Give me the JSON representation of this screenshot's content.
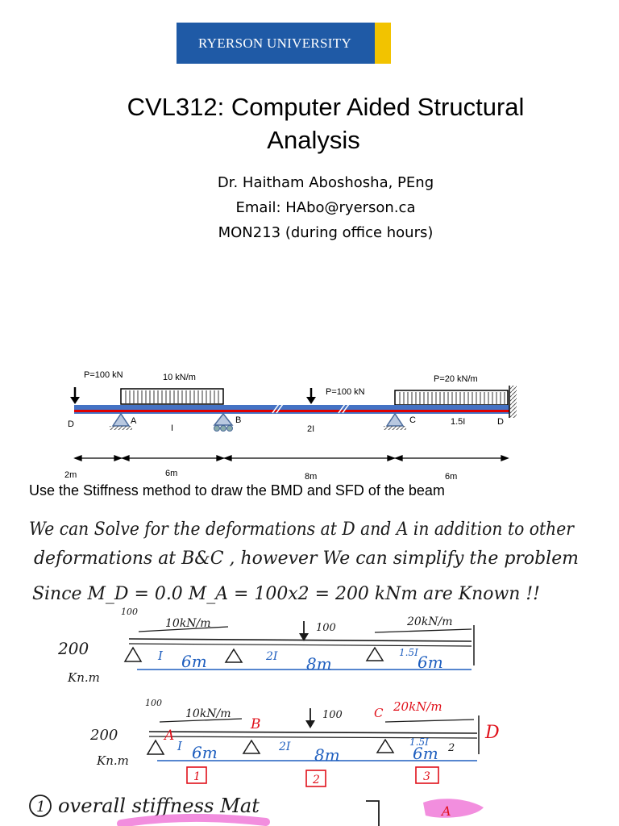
{
  "logo": {
    "text": "RYERSON UNIVERSITY",
    "colors": {
      "blue": "#1f5aa6",
      "gold": "#f2c300"
    }
  },
  "title": {
    "line1": "CVL312: Computer Aided Structural",
    "line2": "Analysis"
  },
  "instructor": {
    "name": "Dr. Haitham Aboshosha, PEng",
    "email": "Email: HAbo@ryerson.ca",
    "office": "MON213 (during office hours)"
  },
  "beam": {
    "load_p1": "P=100 kN",
    "load_udl1": "10 kN/m",
    "load_p2": "P=100 kN",
    "load_udl2": "P=20 kN/m",
    "node_d_left": "D",
    "node_a": "A",
    "node_b": "B",
    "node_c": "C",
    "node_d_right": "D",
    "inertia_1": "I",
    "inertia_2": "2I",
    "inertia_3": "1.5I",
    "dim_1": "2m",
    "dim_2": "6m",
    "dim_3": "8m",
    "dim_4": "6m",
    "colors": {
      "beam": "#4472c4",
      "stripe": "#e00000"
    }
  },
  "task": "Use the Stiffness method to draw the BMD and SFD of the beam",
  "notes": {
    "line1": "We can Solve for the deformations at D and A in addition to other",
    "line2": "deformations at B&C , however We can simplify the problem",
    "line3": "Since M_D = 0.0  M_A = 100x2 = 200 kNm  are Known !!",
    "sketch1": {
      "p_top": "100",
      "moment": "200",
      "moment_unit": "Kn.m",
      "udl1": "10kN/m",
      "p_mid": "100",
      "udl2": "20kN/m",
      "i1": "I",
      "i2": "2I",
      "i3": "1.5I",
      "s1": "6m",
      "s2": "8m",
      "s3": "6m"
    },
    "sketch2": {
      "p_top": "100",
      "moment": "200",
      "moment_unit": "Kn.m",
      "udl1": "10kN/m",
      "p_mid": "100",
      "udl2": "20kN/m",
      "i1": "I",
      "i2": "2I",
      "i3": "1.5I",
      "s1": "6m",
      "s2": "8m",
      "s3": "6m",
      "node_a": "A",
      "node_b": "B",
      "node_c": "C",
      "node_d": "D",
      "el1": "1",
      "el2": "2",
      "el3": "3",
      "dof": "2"
    },
    "step": "1",
    "step_text": "overall stiffness Mat",
    "colors": {
      "ink": "#1a1a1a",
      "blue": "#1f5fbf",
      "red": "#e0101a",
      "pink": "#f07ad8"
    }
  }
}
